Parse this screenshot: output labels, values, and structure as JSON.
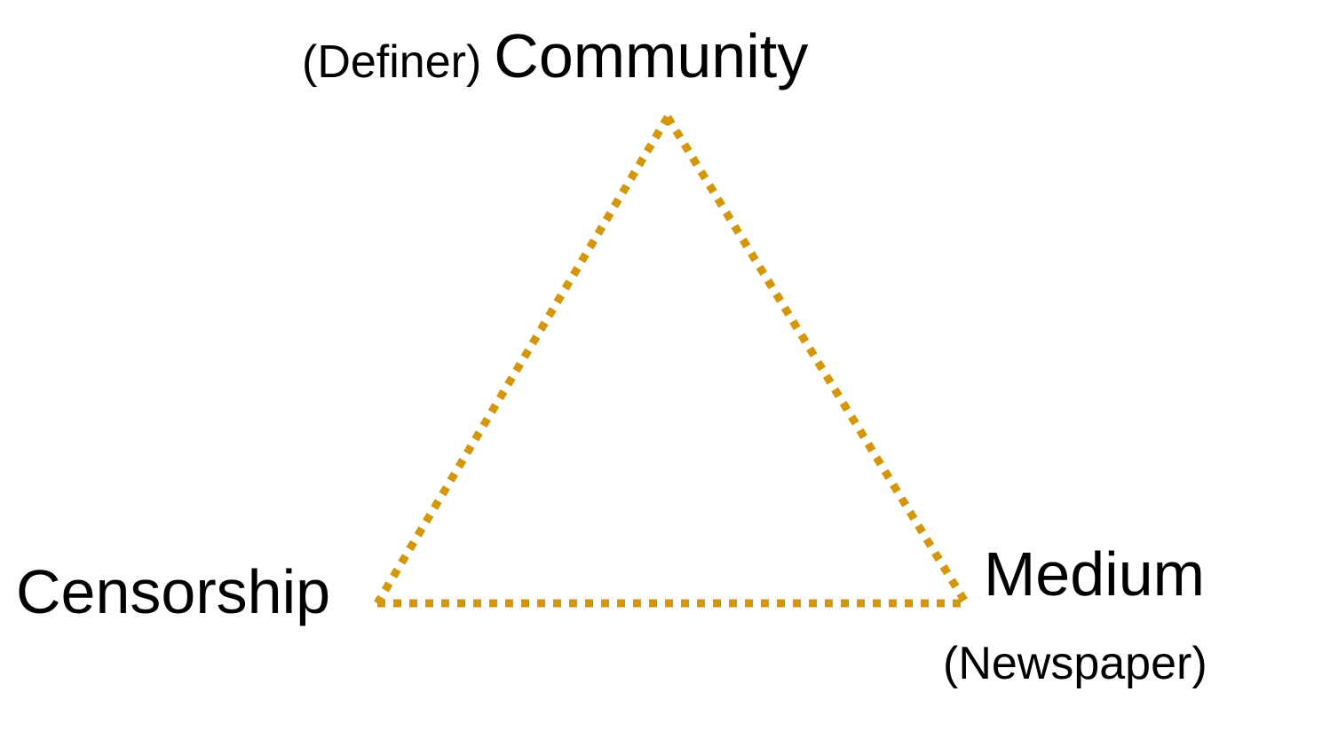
{
  "nodes": {
    "top": {
      "qualifier": "(Definer)",
      "name": "Community"
    },
    "left": {
      "name": "Censorship"
    },
    "right": {
      "name": "Medium",
      "qualifier": "(Newspaper)"
    }
  },
  "edges": [
    {
      "from": "Community",
      "to": "Censorship",
      "style": "dotted"
    },
    {
      "from": "Community",
      "to": "Medium",
      "style": "dotted"
    },
    {
      "from": "Censorship",
      "to": "Medium",
      "style": "dotted"
    }
  ],
  "colors": {
    "edge": "#D4960B",
    "text": "#000000",
    "background": "#FFFFFF"
  }
}
